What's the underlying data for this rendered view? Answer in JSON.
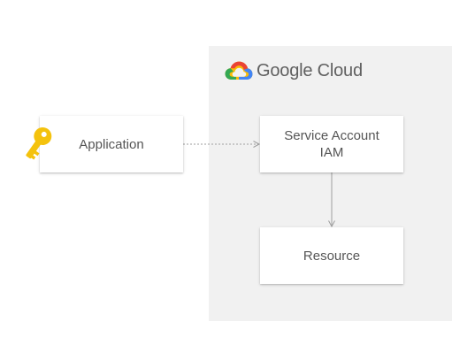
{
  "diagram": {
    "cloud_region": {
      "brand": "Google Cloud",
      "logo_icon": "google-cloud-logo-icon",
      "background": "#f1f1f1"
    },
    "nodes": {
      "application": {
        "label": "Application",
        "icon": "key-icon"
      },
      "service_account": {
        "line1": "Service Account",
        "line2": "IAM"
      },
      "resource": {
        "label": "Resource"
      }
    },
    "edges": [
      {
        "from": "application",
        "to": "service_account",
        "style": "dotted"
      },
      {
        "from": "service_account",
        "to": "resource",
        "style": "solid"
      }
    ],
    "colors": {
      "key": "#f4c20d",
      "connector": "#9e9e9e",
      "text": "#555555",
      "logo_blue": "#4285f4",
      "logo_red": "#ea4335",
      "logo_yellow": "#fbbc05",
      "logo_green": "#34a853"
    }
  }
}
